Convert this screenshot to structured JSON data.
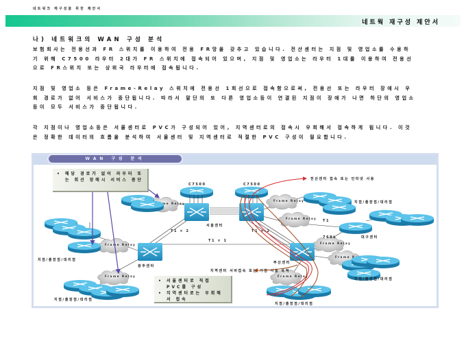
{
  "header": {
    "running_head": "네트워크 재구성을 위한 제안서",
    "banner_title": "네트웍 재구성 제안서",
    "banner_colors": [
      "#16c690",
      "#f4fbf8"
    ]
  },
  "section": {
    "heading": "나) 네트워크의 WAN 구성 분석",
    "paragraphs": [
      "보험회사는 전용선과 FR 스위치를 이용하여 전용 FR망을 갖추고 있습니다. 전산센터는 지점 및 영업소를 수용하기 위해 C7500 라우터 2대가 FR 스위치에 접속되어 있으며, 지점 및 영업소는 라우터 1대를 이용하여 전용선으로 FR스위치 또는 상위국 라우터에 접속됩니다.",
      "지점 및 영업소 등은 Frame-Relay 스위치에 전용선 1회선으로 접속함으로써, 전용선 또는 라우터 장애시 우회 경로가 없어 서비스가 중단됩니다. 따라서 말단의 또 다른 영업소등이 연결된 지점이 장애가 나면 하단의 영업소등이 모두 서비스가 중단됩니다.",
      "각 지점이나 영업소등은 서울센터로 PVC가 구성되어 있어, 지역센터로의 접속시 우회해서 접속하게 됩니다. 이것은 정확한 데이터의 흐름을 분석하여 서울센터 및 지역센터로 적절한 PVC 구성이 필요합니다."
    ]
  },
  "diagram": {
    "title": "WAN 구성 분석",
    "notes": {
      "top_left": [
        "해당 경로가 없어 라우터 또는 회선 장애시 서비스 중단"
      ],
      "bottom_center": [
        "서울센터로 직접 PVC를 구성",
        "지역센터로는 우회해서 접속"
      ]
    },
    "labels": {
      "c7500_a": "C7500",
      "c7500_b": "C7500",
      "seoul_center": "서울센터",
      "daegu_center": "대구센터",
      "gwangju_center": "광주센터",
      "busan_center": "부산센터",
      "t1x2_left": "T1 × 2",
      "t1x2_right": "T1 × 2",
      "t1x1": "T1 × 1",
      "t1": "T1",
      "k768": "768k",
      "frame_relay": "Frame Relay",
      "branch": "지점/출장점/대리점",
      "annotation_top": "전산센터 접속 또는 인터넷 사용",
      "annotation_bottom": "지역센터 서버접속 또는 거점 서울 목적"
    },
    "colors": {
      "router_fill": "#2b9fcf",
      "path_red": "#d42a2a",
      "path_brown": "#9b4a1c",
      "arrow_purple": "#5a4aa8"
    }
  }
}
